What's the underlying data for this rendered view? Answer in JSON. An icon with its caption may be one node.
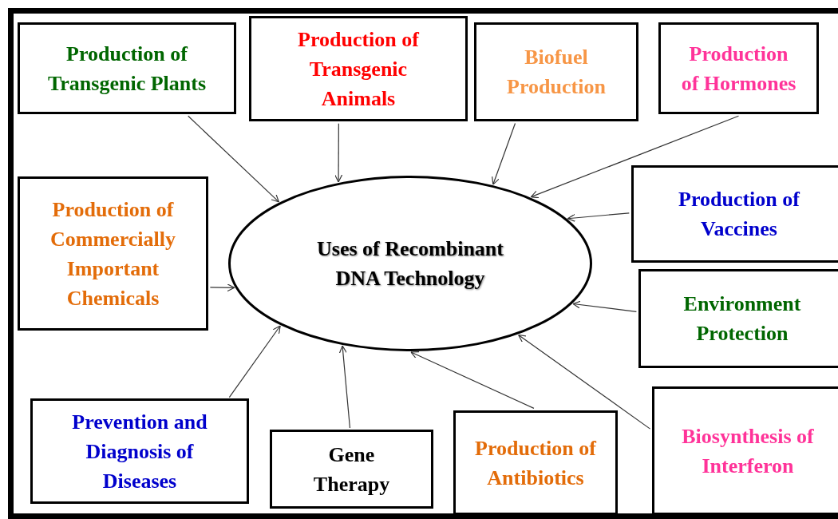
{
  "diagram": {
    "nodes": [
      {
        "text": [
          "Uses of Recombinant DNA Technology"
        ]
      },
      {
        "text": [
          "Production of Transgenic Plants"
        ]
      },
      {
        "text": [
          "Production of Transgenic Animals"
        ]
      },
      {
        "text": [
          "Biofuel Production"
        ]
      },
      {
        "text": [
          "Production of Hormones"
        ]
      },
      {
        "text": [
          "Production of Vaccines"
        ]
      },
      {
        "text": [
          "Environment Protection"
        ]
      },
      {
        "text": [
          "Production of Commercially Important Chemicals"
        ]
      },
      {
        "text": [
          "Prevention and Diagnosis of Diseases"
        ]
      },
      {
        "text": [
          "Gene Therapy"
        ]
      },
      {
        "text": [
          "Production of Antibiotics"
        ]
      },
      {
        "text": [
          "Biosynthesis of Interferon"
        ]
      }
    ],
    "edges": [
      {
        "from": 1,
        "to": 0,
        "arrow": "to"
      },
      {
        "from": 2,
        "to": 0,
        "arrow": "to"
      },
      {
        "from": 3,
        "to": 0,
        "arrow": "to"
      },
      {
        "from": 4,
        "to": 0,
        "arrow": "to"
      },
      {
        "from": 5,
        "to": 0,
        "arrow": "to"
      },
      {
        "from": 6,
        "to": 0,
        "arrow": "to"
      },
      {
        "from": 7,
        "to": 0,
        "arrow": "to"
      },
      {
        "from": 8,
        "to": 0,
        "arrow": "to"
      },
      {
        "from": 9,
        "to": 0,
        "arrow": "to"
      },
      {
        "from": 10,
        "to": 0,
        "arrow": "to"
      },
      {
        "from": 11,
        "to": 0,
        "arrow": "to"
      }
    ]
  }
}
